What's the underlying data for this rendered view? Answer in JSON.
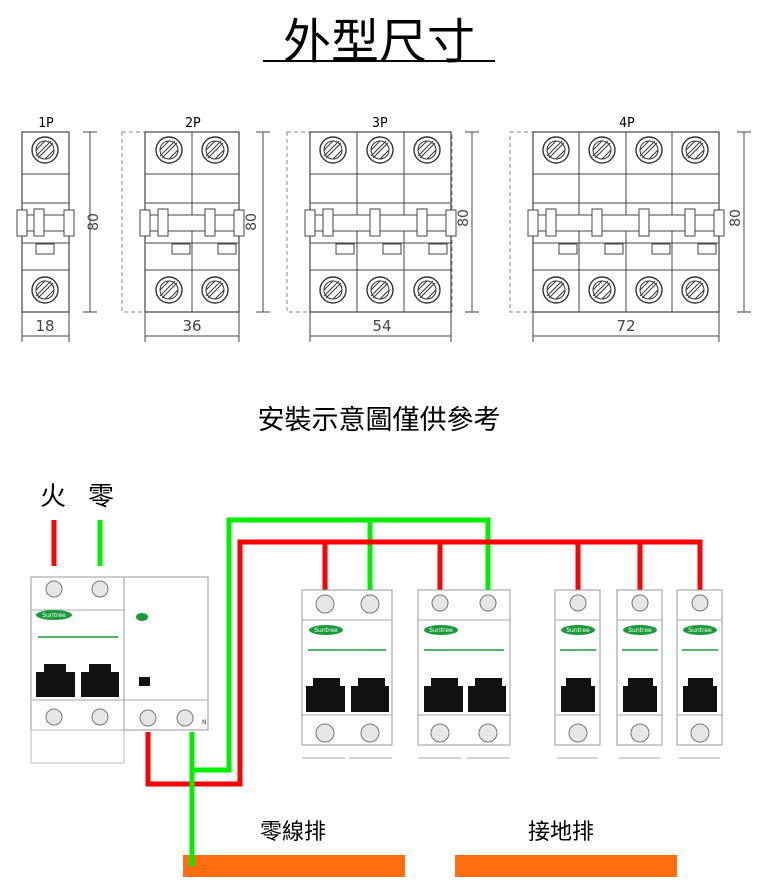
{
  "title": "外型尺寸",
  "dimensions": [
    {
      "poles": "1P",
      "width": "18",
      "height": "80"
    },
    {
      "poles": "2P",
      "width": "36",
      "height": "80"
    },
    {
      "poles": "3P",
      "width": "54",
      "height": "80"
    },
    {
      "poles": "4P",
      "width": "72",
      "height": "80"
    }
  ],
  "note": "安裝示意圖僅供參考",
  "wiring": {
    "live_label": "火",
    "neutral_label": "零",
    "brand": "Suntree",
    "terminal_n": "N",
    "neutral_bar_label": "零線排",
    "ground_bar_label": "接地排",
    "colors": {
      "live": "#ff0000",
      "neutral": "#00ee00",
      "bar": "#ff6d10"
    }
  }
}
